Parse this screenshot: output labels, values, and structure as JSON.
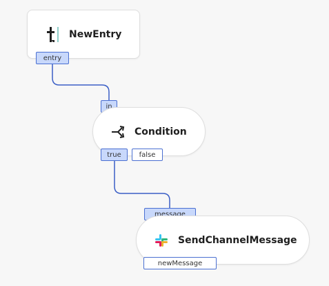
{
  "nodes": {
    "newentry": {
      "title": "NewEntry",
      "icon": "typeform-icon",
      "outputs": [
        "entry"
      ]
    },
    "condition": {
      "title": "Condition",
      "icon": "branch-icon",
      "inputs": [
        "in"
      ],
      "outputs": [
        "true",
        "false"
      ]
    },
    "send": {
      "title": "SendChannelMessage",
      "icon": "slack-icon",
      "inputs": [
        "message"
      ],
      "outputs": [
        "newMessage"
      ]
    }
  },
  "connections": [
    {
      "from": "newentry.entry",
      "to": "condition.in"
    },
    {
      "from": "condition.true",
      "to": "send.message"
    }
  ],
  "colors": {
    "background": "#f7f7f7",
    "wire": "#3b5fc6",
    "port_active_fill": "#c8d8fb",
    "port_border": "#4a6fd1"
  }
}
